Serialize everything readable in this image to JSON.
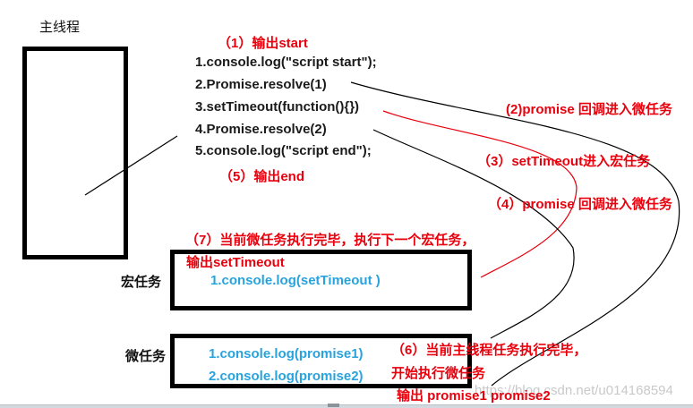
{
  "colors": {
    "red": "#e8000d",
    "blue": "#29a3dd",
    "black": "#1a1a1a",
    "watermark_gray": "#c9c9c9"
  },
  "main_thread": {
    "label": "主线程"
  },
  "code": {
    "annotation_top": "（1）输出start",
    "lines": [
      "1.console.log(\"script start\");",
      "2.Promise.resolve(1)",
      "3.setTimeout(function(){})",
      "4.Promise.resolve(2)",
      "5.console.log(\"script end\");"
    ],
    "annotation_bottom": "（5）输出end"
  },
  "side_annotations": {
    "step2": "(2)promise 回调进入微任务",
    "step3": "（3）setTimeout进入宏任务",
    "step4": "（4）promise 回调进入微任务"
  },
  "macro_task": {
    "label": "宏任务",
    "annotation_above": "（7）当前微任务执行完毕，执行下一个宏任务，",
    "output_line": "输出setTimeout",
    "code_lines": [
      "1.console.log(setTimeout )"
    ]
  },
  "micro_task": {
    "label": "微任务",
    "code_lines": [
      "1.console.log(promise1)",
      "2.console.log(promise2)"
    ],
    "annotation_right": [
      "（6）当前主线程任务执行完毕，",
      "开始执行微任务",
      "输出 promise1 promise2"
    ]
  },
  "watermark": "https://blog.csdn.net/u014168594"
}
